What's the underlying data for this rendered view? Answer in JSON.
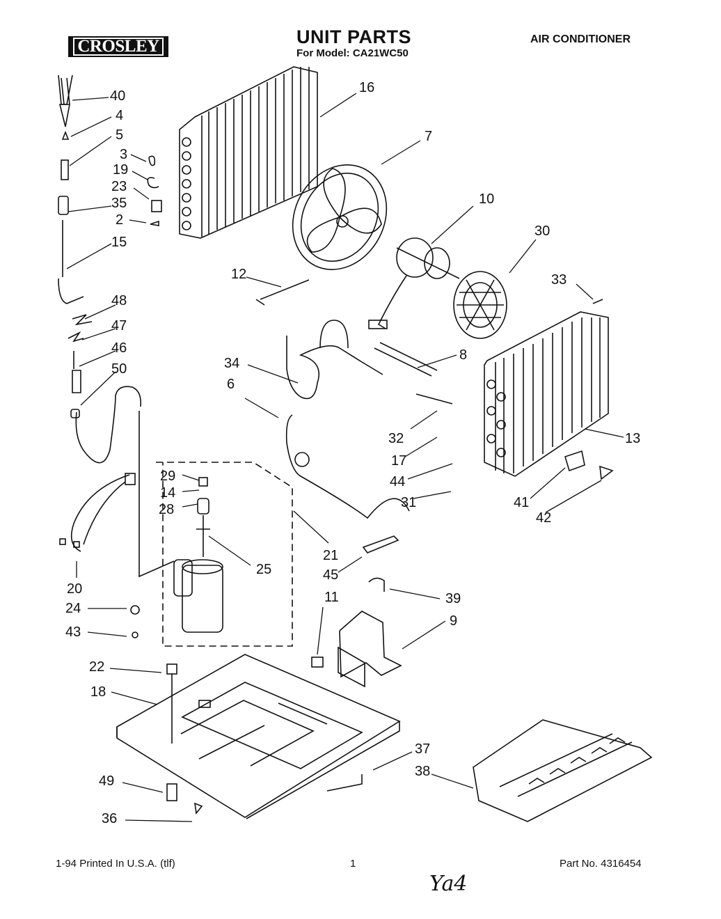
{
  "header": {
    "brand": "CROSLEY",
    "title": "UNIT PARTS",
    "model_line": "For Model: CA21WC50",
    "category": "AIR CONDITIONER"
  },
  "callouts": [
    "40",
    "4",
    "5",
    "3",
    "19",
    "23",
    "35",
    "2",
    "15",
    "16",
    "7",
    "10",
    "30",
    "12",
    "33",
    "48",
    "47",
    "46",
    "50",
    "34",
    "6",
    "8",
    "13",
    "32",
    "17",
    "44",
    "31",
    "41",
    "42",
    "29",
    "14",
    "28",
    "25",
    "21",
    "20",
    "45",
    "11",
    "39",
    "9",
    "24",
    "43",
    "22",
    "18",
    "37",
    "38",
    "49",
    "36"
  ],
  "footer": {
    "print_info": "1-94 Printed In U.S.A.  (tlf)",
    "page_number": "1",
    "part_number": "Part No. 4316454"
  },
  "handwritten_note": "Ya4"
}
